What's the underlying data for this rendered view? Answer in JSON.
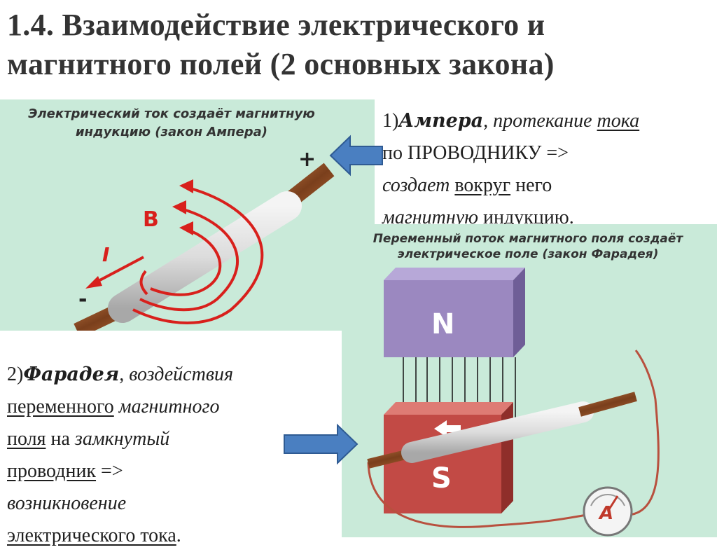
{
  "slide": {
    "title_line1": "1.4. Взаимодействие электрического и",
    "title_line2": "магнитного полей (2 основных закона)"
  },
  "ampere_panel": {
    "caption_line1": "Электрический ток создаёт магнитную",
    "caption_line2": "индукцию (закон Ампера)",
    "plus_label": "+",
    "minus_label": "-",
    "current_label": "I",
    "field_label": "B"
  },
  "faraday_panel": {
    "caption_line1": "Переменный поток магнитного поля создаёт",
    "caption_line2": "электрическое поле (закон Фарадея)",
    "north_label": "N",
    "south_label": "S",
    "ammeter_label": "A"
  },
  "ampere_text": {
    "num": "1)",
    "name": "Ампера",
    "comma": ",",
    "t1": " протекание ",
    "t2": "тока",
    "t3": "по ",
    "t4": "ПРОВОДНИКУ",
    "t5": " =>",
    "t6": "создает",
    "t7": " ",
    "t8": "вокруг",
    "t9": " него",
    "t10": "магнитную",
    "t11": " ",
    "t12": "индукцию",
    "t13": "."
  },
  "faraday_text": {
    "num": "2)",
    "name": "Фарадея",
    "comma": ",",
    "t1": " воздействия",
    "t2": "переменного",
    "t3": " ",
    "t4": "магнитного",
    "t5": "поля",
    "t6": " на ",
    "t7": "замкнутый",
    "t8": "проводник",
    "t9": " =>",
    "t10": "возникновение",
    "t11": "электрического тока",
    "t12": "."
  },
  "colors": {
    "panel_bg": "#c9ead9",
    "field_lines": "#d8201c",
    "pointer_arrow": "#4a7fc1",
    "magnet_north": "#9b88c0",
    "magnet_south": "#c24a45"
  }
}
